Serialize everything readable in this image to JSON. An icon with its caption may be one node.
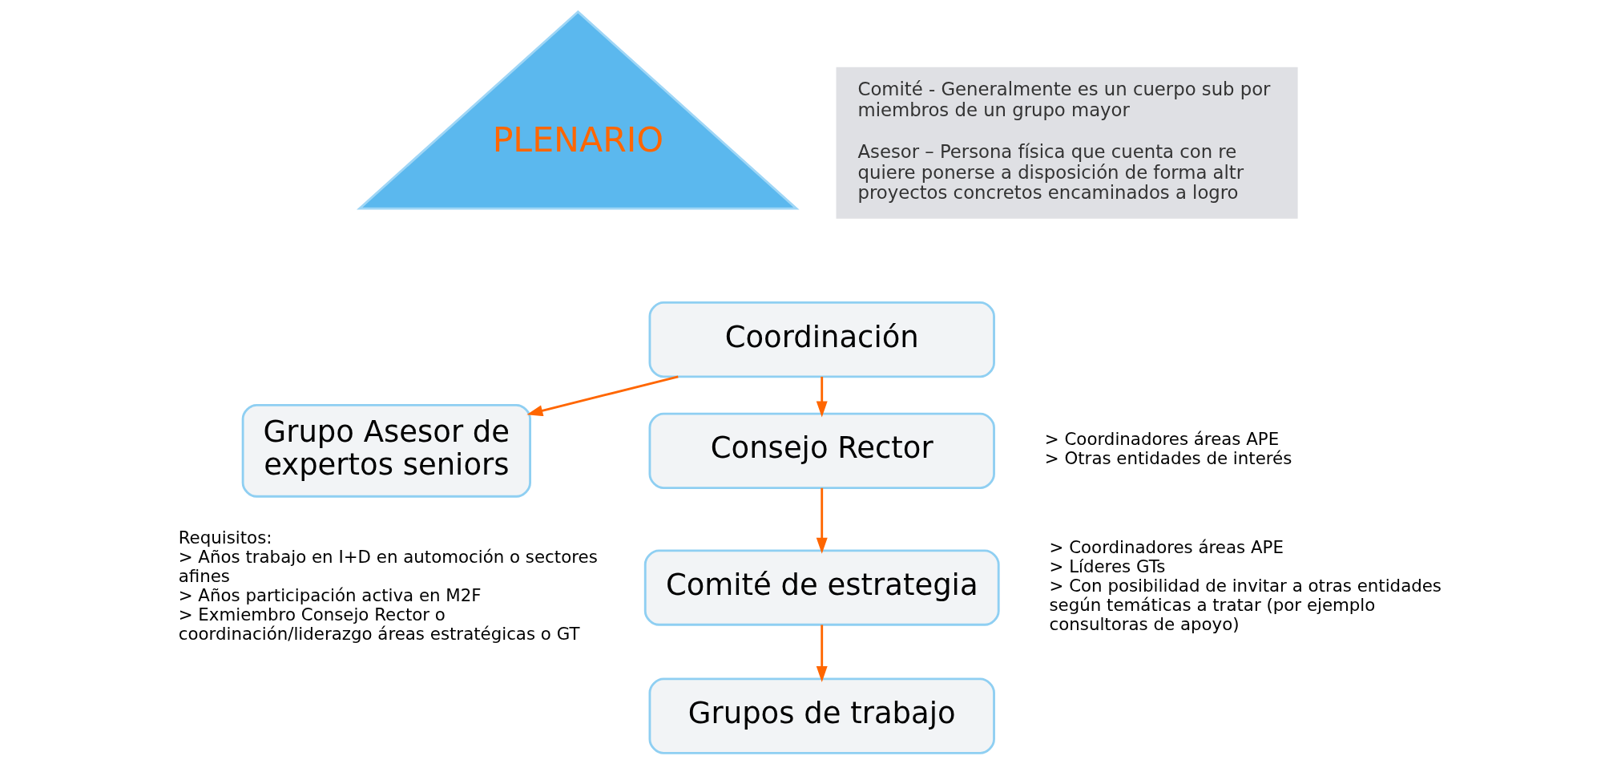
{
  "diagram": {
    "nodes": [
      {
        "text": [
          "PLENARIO"
        ]
      },
      {
        "text": [
          "Grupo Asesor de expertos seniors"
        ],
        "beside": [
          "Requisitos:",
          "> Años trabajo en I+D en automoción o sectores afines",
          "> Años participación activa en M2F",
          "> Exmiembro Consejo Rector o coordinación/liderazgo áreas estratégicas o GT"
        ]
      },
      {
        "text": [
          "Coordinación"
        ]
      },
      {
        "text": [
          "Consejo Rector"
        ],
        "beside": [
          "> Coordinadores áreas APE",
          "> Otras entidades de interés"
        ]
      },
      {
        "text": [
          "Comité de estrategia"
        ],
        "beside": [
          "> Coordinadores áreas APE",
          "> Líderes GTs",
          "> Con posibilidad de invitar a otras entidades según temáticas a tratar (por ejemplo consultoras de apoyo)"
        ]
      },
      {
        "text": [
          "Grupos de trabajo"
        ]
      },
      {
        "text": [
          "Comité - Generalmente es un cuerpo sub por miembros de un grupo mayor",
          "Asesor – Persona física que cuenta con re quiere ponerse a disposición de forma altr proyectos concretos encaminados a logro"
        ]
      }
    ],
    "edges": [
      {
        "from": 2,
        "to": 1,
        "arrow": "to"
      },
      {
        "from": 2,
        "to": 3,
        "arrow": "to"
      },
      {
        "from": 3,
        "to": 4,
        "arrow": "to"
      },
      {
        "from": 4,
        "to": 5,
        "arrow": "to"
      }
    ]
  }
}
